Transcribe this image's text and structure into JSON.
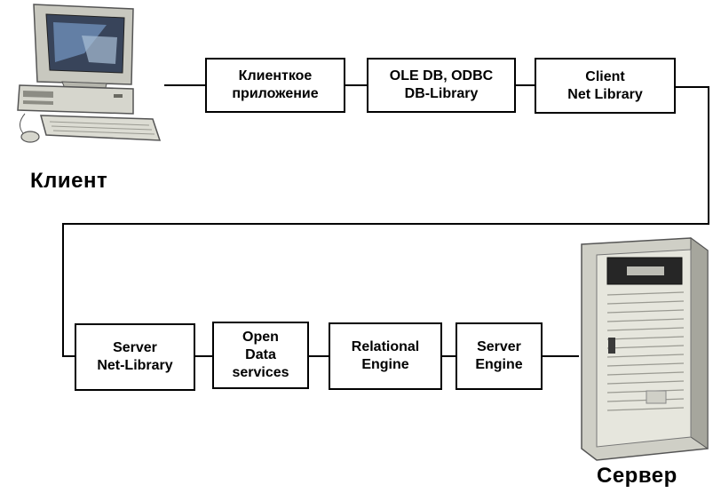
{
  "nodes": {
    "client_app": [
      "Клиенткое",
      "приложение"
    ],
    "ole_db": [
      "OLE DB, ODBC",
      "DB-Library"
    ],
    "client_net": [
      "Client",
      "Net Library"
    ],
    "server_net": [
      "Server",
      "Net-Library"
    ],
    "open_data": [
      "Open",
      "Data",
      "services"
    ],
    "relational": [
      "Relational",
      "Engine"
    ],
    "server_engine": [
      "Server",
      "Engine"
    ]
  },
  "captions": {
    "client": "Клиент",
    "server": "Сервер"
  },
  "colors": {
    "line": "#000000",
    "box_border": "#000000",
    "background": "#ffffff"
  },
  "icons": {
    "client": "desktop-computer-icon",
    "server": "server-tower-icon"
  }
}
